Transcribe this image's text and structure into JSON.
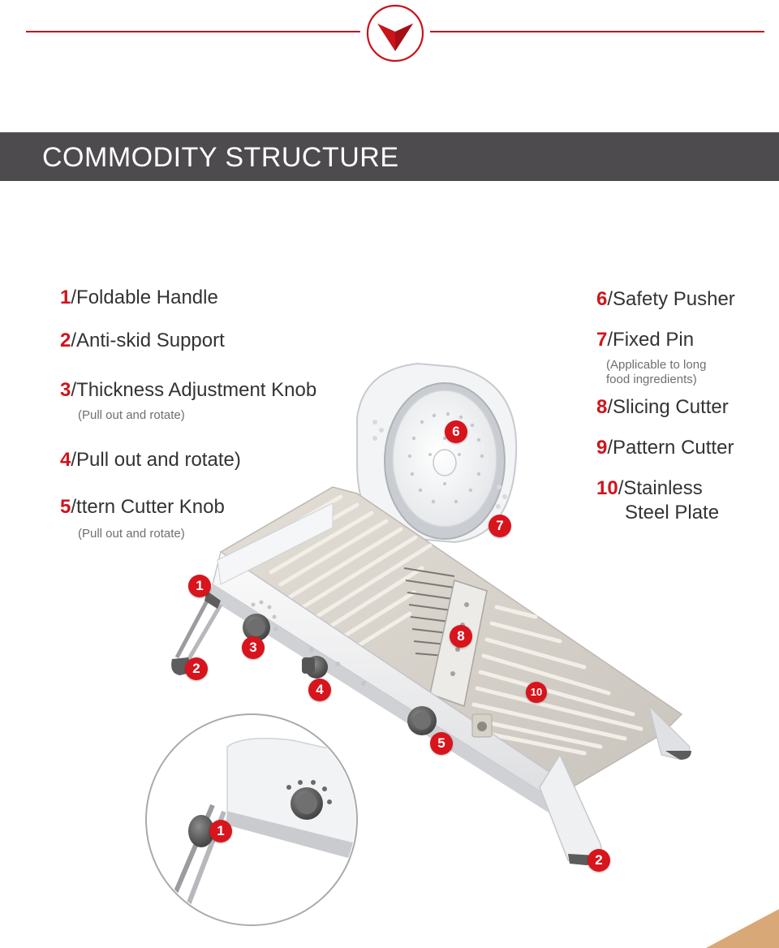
{
  "header": {
    "title": "COMMODITY STRUCTURE"
  },
  "theme": {
    "accent": "#d0141c",
    "header_bg": "#4d4b4d"
  },
  "labels_left": [
    {
      "num": "1",
      "text": "/Foldable Handle"
    },
    {
      "num": "2",
      "text": "/Anti-skid Support"
    },
    {
      "num": "3",
      "text": "/Thickness Adjustment Knob",
      "note": "(Pull out and rotate)"
    },
    {
      "num": "4",
      "text": "/Pull out and rotate)"
    },
    {
      "num": "5",
      "text": "/ttern Cutter Knob",
      "note": "(Pull out and rotate)"
    }
  ],
  "labels_right": [
    {
      "num": "6",
      "text": "/Safety Pusher"
    },
    {
      "num": "7",
      "text": "/Fixed Pin",
      "note_line1": "(Applicable to long",
      "note_line2": "food ingredients)"
    },
    {
      "num": "8",
      "text": "/Slicing Cutter"
    },
    {
      "num": "9",
      "text": "/Pattern Cutter"
    },
    {
      "num": "10",
      "text": "/Stainless",
      "text_line2": "Steel Plate"
    }
  ],
  "badges": {
    "b1": "1",
    "b2": "2",
    "b3": "3",
    "b4": "4",
    "b5": "5",
    "b6": "6",
    "b7": "7",
    "b8": "8",
    "b10": "10",
    "b2b": "2",
    "b1b": "1"
  },
  "icons": {
    "emblem": "chevron-down-emblem-icon"
  }
}
